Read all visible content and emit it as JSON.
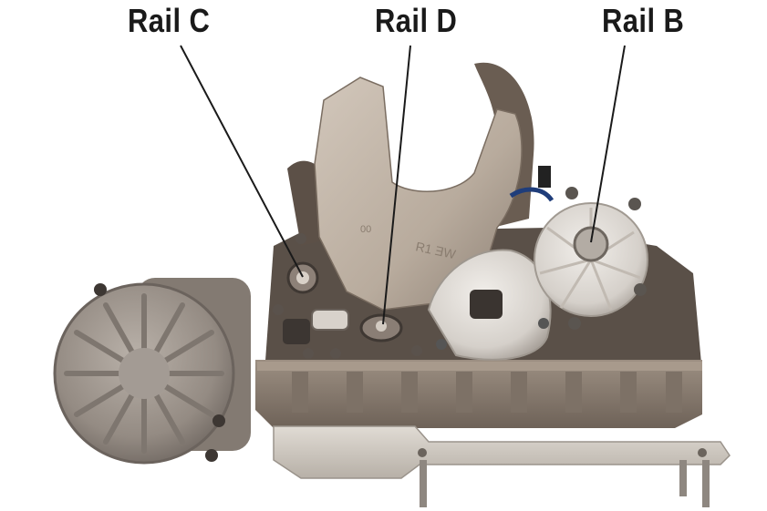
{
  "callouts": {
    "rail_c": "Rail C",
    "rail_d": "Rail D",
    "rail_b": "Rail B"
  },
  "colors": {
    "casting": "#8a7b6c",
    "aluminum": "#cfc7bd",
    "dark_metal": "#4a413a",
    "leader_line": "#1a1a1a"
  }
}
